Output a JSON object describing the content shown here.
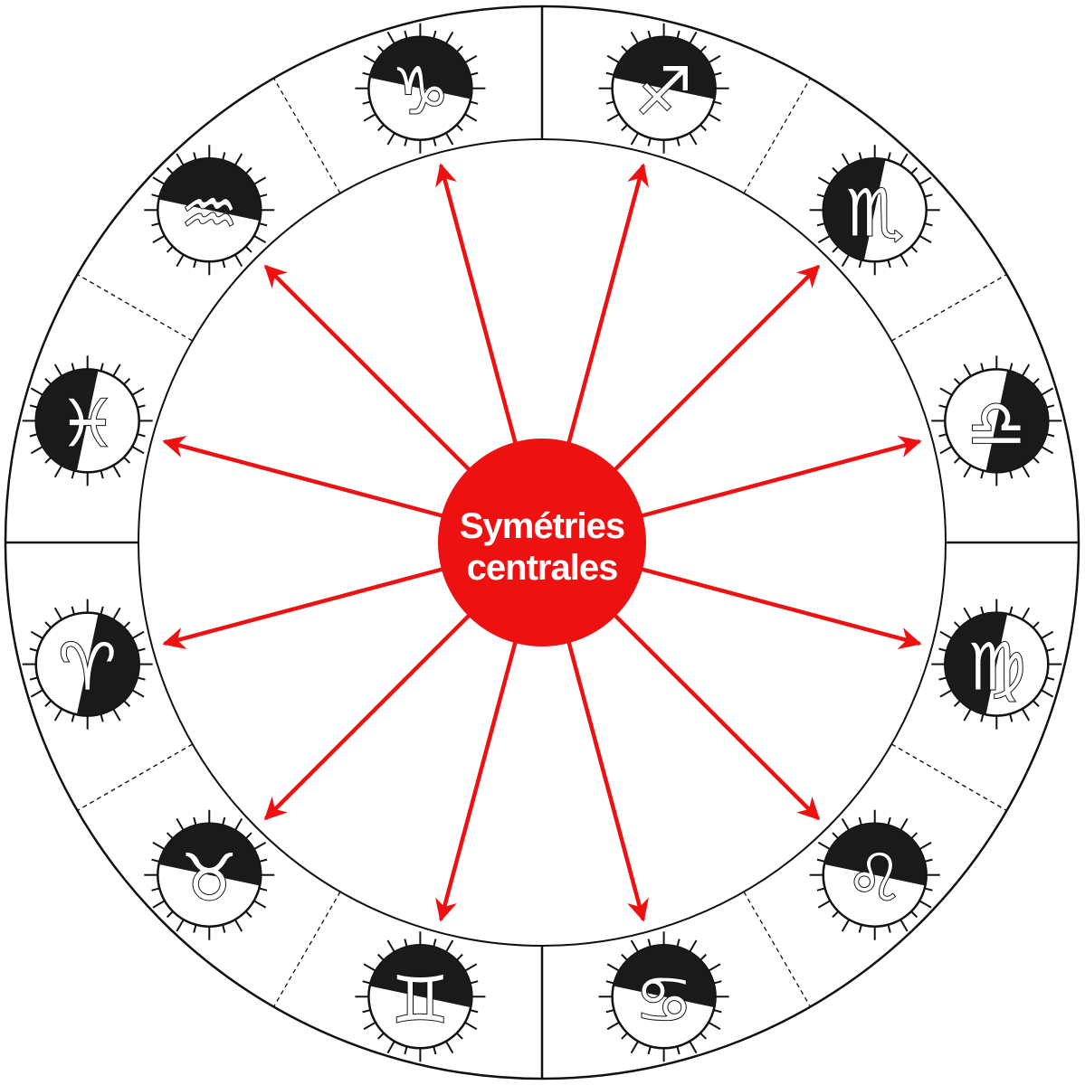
{
  "center": {
    "label_line1": "Symétries",
    "label_line2": "centrales",
    "color": "#ee1111"
  },
  "colors": {
    "arrow": "#ee1111",
    "outline": "#111111",
    "fill_dark": "#1a1a1a",
    "background": "#ffffff"
  },
  "signs": [
    {
      "name": "capricorn",
      "glyph": "♑",
      "dark": "top"
    },
    {
      "name": "sagittarius",
      "glyph": "♐",
      "dark": "top"
    },
    {
      "name": "scorpio",
      "glyph": "♏",
      "dark": "left"
    },
    {
      "name": "libra",
      "glyph": "♎",
      "dark": "right"
    },
    {
      "name": "virgo",
      "glyph": "♍",
      "dark": "left"
    },
    {
      "name": "leo",
      "glyph": "♌",
      "dark": "top"
    },
    {
      "name": "cancer",
      "glyph": "♋",
      "dark": "top"
    },
    {
      "name": "gemini",
      "glyph": "♊",
      "dark": "top"
    },
    {
      "name": "taurus",
      "glyph": "♉",
      "dark": "top"
    },
    {
      "name": "aries",
      "glyph": "♈",
      "dark": "right"
    },
    {
      "name": "pisces",
      "glyph": "♓",
      "dark": "left"
    },
    {
      "name": "aquarius",
      "glyph": "♒",
      "dark": "top"
    }
  ],
  "arrow_count": 12
}
